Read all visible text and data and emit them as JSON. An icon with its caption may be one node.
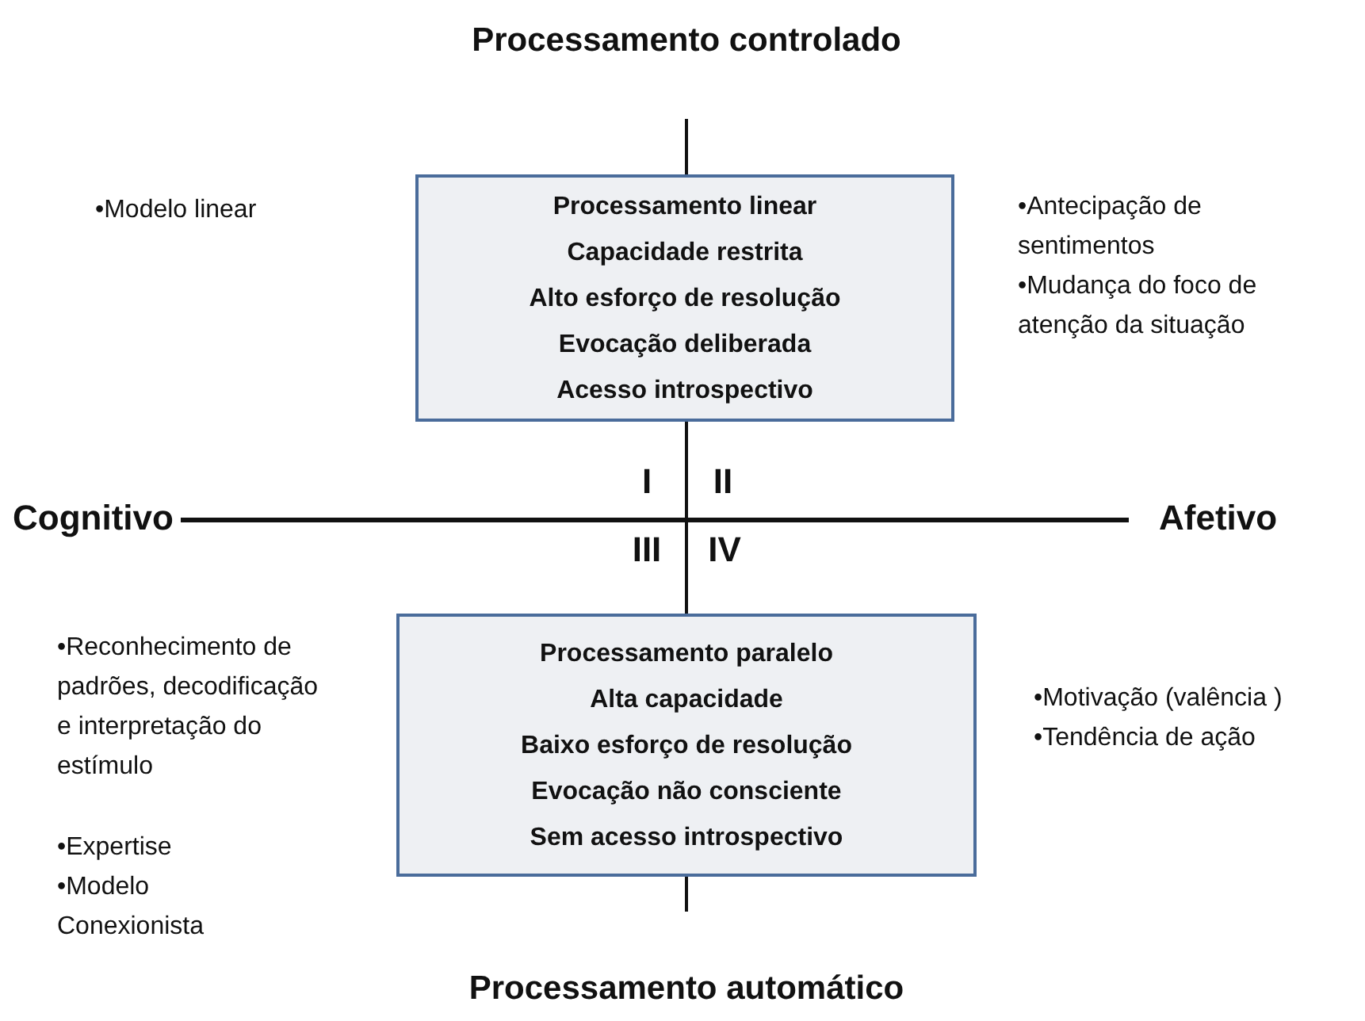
{
  "diagram": {
    "nodes": [
      {
        "text": [
          "Processamento linear",
          "Capacidade restrita",
          "Alto esforço de resolução",
          "Evocação deliberada",
          "Acesso introspectivo"
        ]
      },
      {
        "text": [
          "Processamento paralelo",
          "Alta capacidade",
          "Baixo esforço de resolução",
          "Evocação não consciente",
          "Sem acesso introspectivo"
        ]
      }
    ],
    "edges": [],
    "labels": [
      "Processamento controlado",
      "•Modelo linear",
      "•Antecipação de sentimentos",
      "•Mudança do foco de atenção da situação",
      "Cognitivo",
      "I",
      "II",
      "Afetivo",
      "III",
      "IV",
      "•Reconhecimento de padrões, decodificação e interpretação do estímulo",
      "•Expertise",
      "•Modelo Conexionista",
      "•Motivação (valência )",
      "•Tendência de ação",
      "Processamento automático"
    ]
  }
}
